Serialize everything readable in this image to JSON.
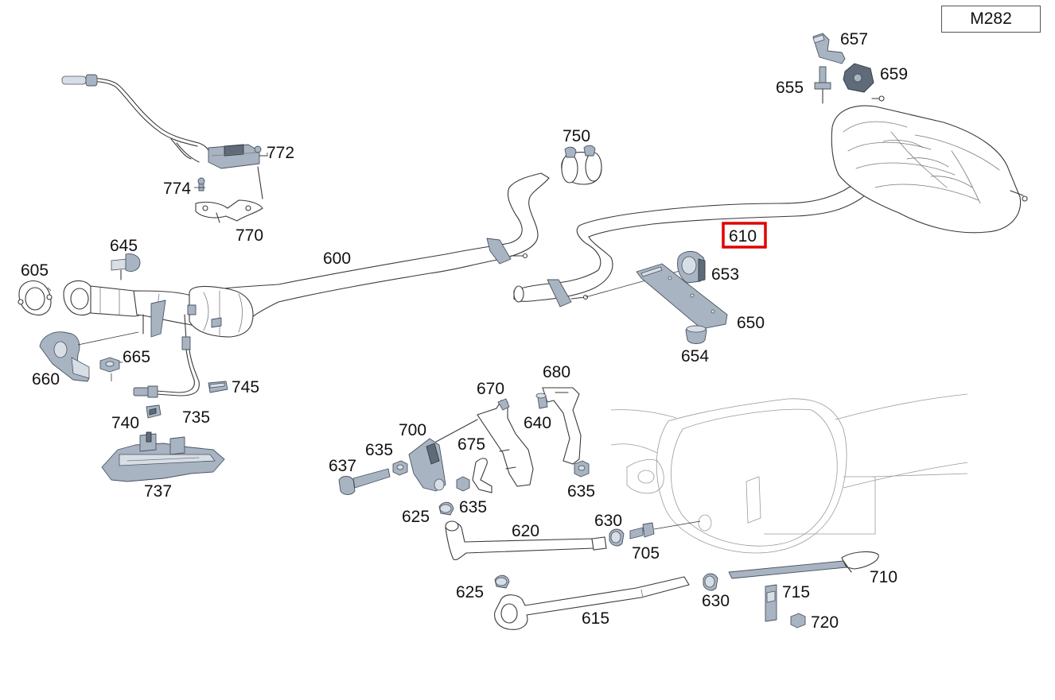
{
  "model_code": "M282",
  "highlighted_part": "610",
  "parts": {
    "p600": "600",
    "p605": "605",
    "p610": "610",
    "p615": "615",
    "p620": "620",
    "p625a": "625",
    "p625b": "625",
    "p630a": "630",
    "p630b": "630",
    "p635a": "635",
    "p635b": "635",
    "p635c": "635",
    "p637": "637",
    "p640": "640",
    "p645": "645",
    "p650": "650",
    "p653": "653",
    "p654": "654",
    "p655": "655",
    "p657": "657",
    "p659": "659",
    "p660": "660",
    "p665": "665",
    "p670": "670",
    "p675": "675",
    "p680": "680",
    "p700": "700",
    "p705": "705",
    "p710": "710",
    "p715": "715",
    "p720": "720",
    "p735": "735",
    "p737": "737",
    "p740": "740",
    "p745": "745",
    "p750": "750",
    "p770": "770",
    "p772": "772",
    "p774": "774"
  },
  "colors": {
    "highlight": "#e00000",
    "part_fill": "#a8b4c2",
    "part_dark": "#5f6b78"
  }
}
